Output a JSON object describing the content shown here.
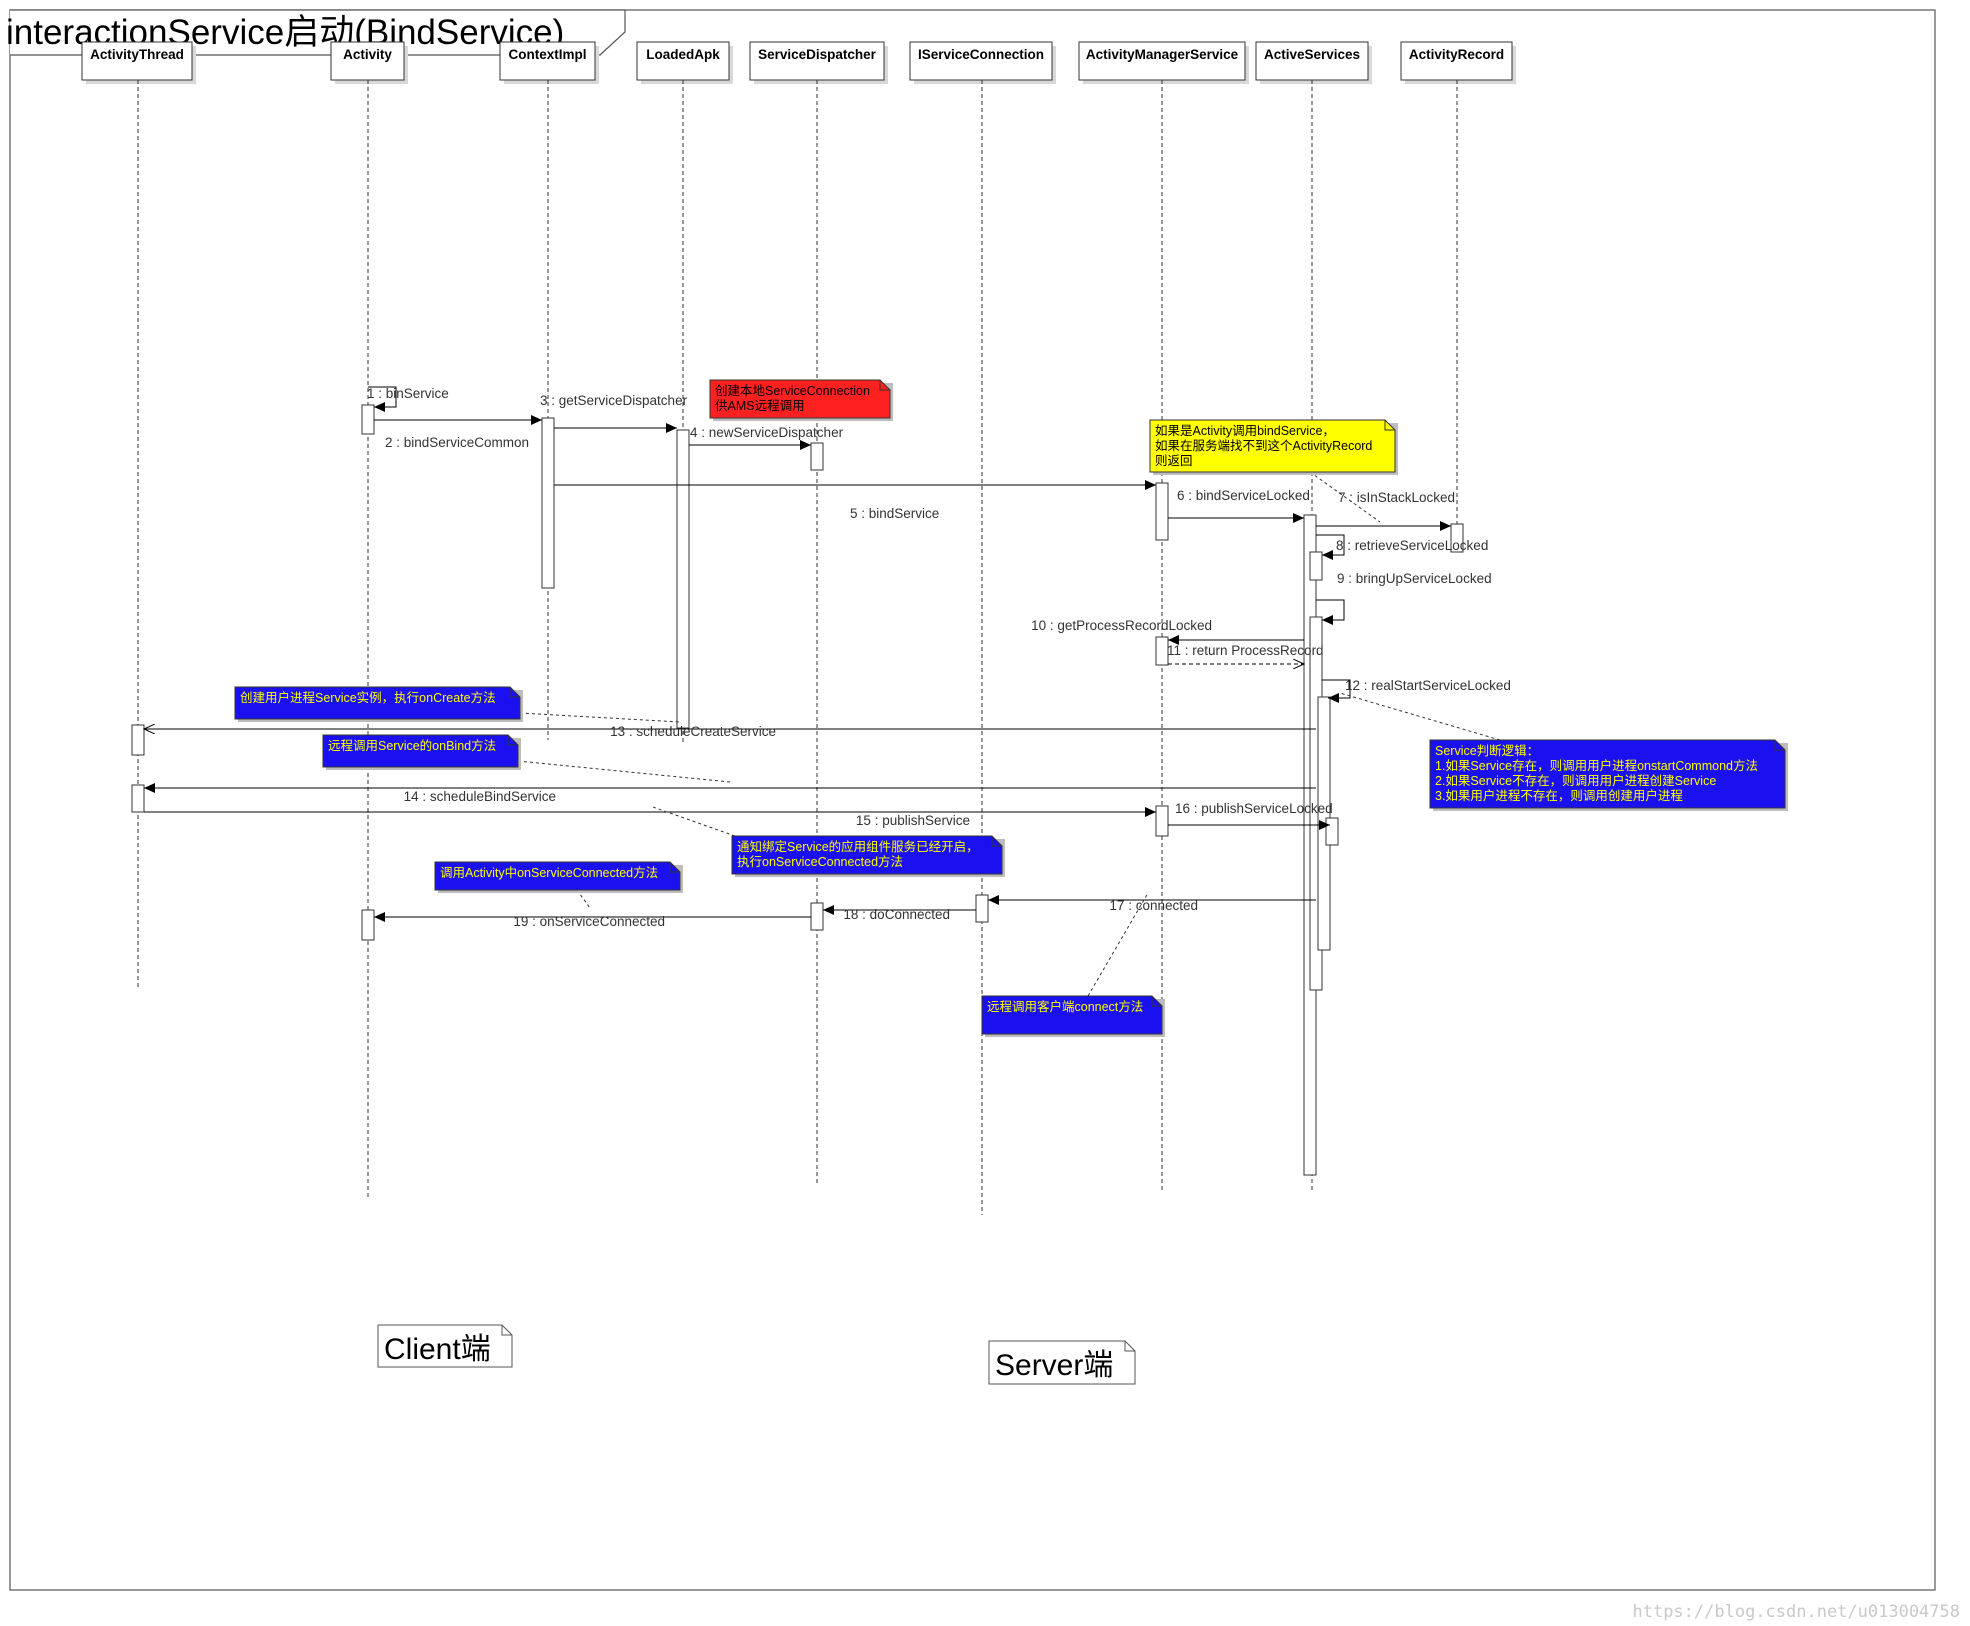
{
  "frame": {
    "title": "interactionService启动(BindService)"
  },
  "lifelines": [
    {
      "id": "at",
      "name": "ActivityThread"
    },
    {
      "id": "act",
      "name": "Activity"
    },
    {
      "id": "ci",
      "name": "ContextImpl"
    },
    {
      "id": "la",
      "name": "LoadedApk"
    },
    {
      "id": "sd",
      "name": "ServiceDispatcher"
    },
    {
      "id": "isc",
      "name": "IServiceConnection"
    },
    {
      "id": "ams",
      "name": "ActivityManagerService"
    },
    {
      "id": "as",
      "name": "ActiveServices"
    },
    {
      "id": "ar",
      "name": "ActivityRecord"
    }
  ],
  "messages": [
    {
      "n": 1,
      "label": "1 : binService"
    },
    {
      "n": 2,
      "label": "2 : bindServiceCommon"
    },
    {
      "n": 3,
      "label": "3 : getServiceDispatcher"
    },
    {
      "n": 4,
      "label": "4 : newServiceDispatcher"
    },
    {
      "n": 5,
      "label": "5 : bindService"
    },
    {
      "n": 6,
      "label": "6 : bindServiceLocked"
    },
    {
      "n": 7,
      "label": "7 : isInStackLocked"
    },
    {
      "n": 8,
      "label": "8 : retrieveServiceLocked"
    },
    {
      "n": 9,
      "label": "9 : bringUpServiceLocked"
    },
    {
      "n": 10,
      "label": "10 : getProcessRecordLocked"
    },
    {
      "n": 11,
      "label": "11 : return ProcessRecord"
    },
    {
      "n": 12,
      "label": "12 : realStartServiceLocked"
    },
    {
      "n": 13,
      "label": "13 : scheduleCreateService"
    },
    {
      "n": 14,
      "label": "14 : scheduleBindService"
    },
    {
      "n": 15,
      "label": "15 : publishService"
    },
    {
      "n": 16,
      "label": "16 : publishServiceLocked"
    },
    {
      "n": 17,
      "label": "17 : connected"
    },
    {
      "n": 18,
      "label": "18 : doConnected"
    },
    {
      "n": 19,
      "label": "19 : onServiceConnected"
    }
  ],
  "notes": {
    "red": [
      "创建本地ServiceConnection",
      "供AMS远程调用"
    ],
    "yellow": [
      "如果是Activity调用bindService，",
      "如果在服务端找不到这个ActivityRecord",
      "则返回"
    ],
    "oncreate": [
      "创建用户进程Service实例，执行onCreate方法"
    ],
    "onbind": [
      "远程调用Service的onBind方法"
    ],
    "logic": [
      "Service判断逻辑：",
      "1.如果Service存在，则调用用户进程onstartCommond方法",
      "2.如果Service不存在，则调用用户进程创建Service",
      "3.如果用户进程不存在，则调用创建用户进程"
    ],
    "notify": [
      "通知绑定Service的应用组件服务已经开启，",
      "执行onServiceConnected方法"
    ],
    "onconnected": [
      "调用Activity中onServiceConnected方法"
    ],
    "connect": [
      "远程调用客户端connect方法"
    ]
  },
  "labels": {
    "client": "Client端",
    "server": "Server端"
  },
  "watermark": "https://blog.csdn.net/u013004758",
  "colors": {
    "red_note": "#ff2020",
    "yellow_note": "#ffff00",
    "blue_note": "#1a10f0",
    "blue_note_text": "#ffff00"
  }
}
